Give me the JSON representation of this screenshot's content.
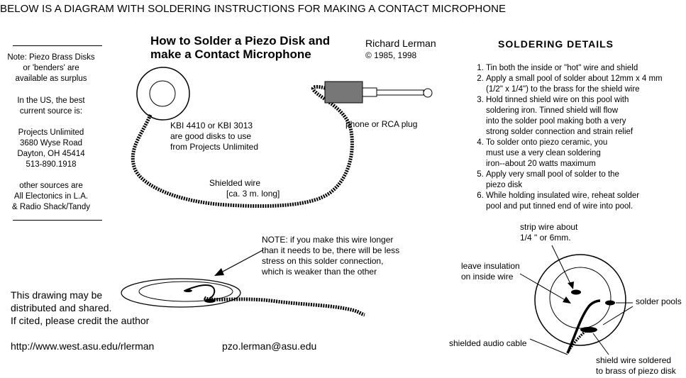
{
  "banner": "BELOW IS A DIAGRAM WITH SOLDERING INSTRUCTIONS FOR MAKING A CONTACT MICROPHONE",
  "title_lines": [
    "How to Solder a Piezo Disk and",
    "make a Contact Microphone"
  ],
  "author": {
    "name": "Richard Lerman",
    "copyright": "© 1985, 1998"
  },
  "sidebar": {
    "note": [
      "Note:  Piezo Brass Disks",
      "or 'benders' are",
      "available as surplus"
    ],
    "source_intro": [
      "In the US, the best",
      "current source is:"
    ],
    "address": [
      "Projects Unlimited",
      "3680 Wyse Road",
      "Dayton, OH  45414",
      "513-890.1918"
    ],
    "other": [
      "other sources are",
      "All Electonics in L.A.",
      "& Radio Shack/Tandy"
    ]
  },
  "diagram": {
    "disk_label": [
      "KBI 4410 or KBI 3013",
      "are good disks to use",
      "from Projects Unlimited"
    ],
    "plug_label": "phone or RCA plug",
    "wire_label": [
      "Shielded wire",
      "[ca.  3 m. long]"
    ],
    "note": [
      "NOTE:  if you make this wire longer",
      "than it needs to be, there will be less",
      "stress on this solder connection,",
      "which is weaker than the other"
    ]
  },
  "license": [
    "This drawing may be",
    "distributed and shared.",
    "If cited, please credit the author"
  ],
  "footer": {
    "url": "http://www.west.asu.edu/rlerman",
    "email": "pzo.lerman@asu.edu"
  },
  "details": {
    "title": "SOLDERING DETAILS",
    "steps": [
      [
        "Tin both the inside or \"hot\" wire and shield"
      ],
      [
        "Apply a small pool of solder about 12mm x 4 mm",
        "(1/2\" x 1/4\")   to the brass for the shield wire"
      ],
      [
        "Hold tinned shield wire on this pool with",
        "soldering iron.  Tinned shield will flow",
        "into the solder pool making both a very",
        "strong solder connection and strain relief"
      ],
      [
        "To solder onto piezo ceramic, you",
        " must use a very clean soldering",
        " iron--about 20 watts maximum"
      ],
      [
        "Apply very small pool of solder to the",
        "piezo disk"
      ],
      [
        "While holding insulated wire, reheat solder",
        "pool and put tinned end of wire into pool."
      ]
    ]
  },
  "detail_diagram": {
    "strip_label": [
      "strip wire about",
      "1/4 \"  or 6mm."
    ],
    "insulation_label": [
      "leave insulation",
      "on inside wire"
    ],
    "pools_label": "solder pools",
    "cable_label": "shielded audio cable",
    "shield_label": [
      "shield wire soldered",
      "to brass of piezo disk"
    ]
  }
}
